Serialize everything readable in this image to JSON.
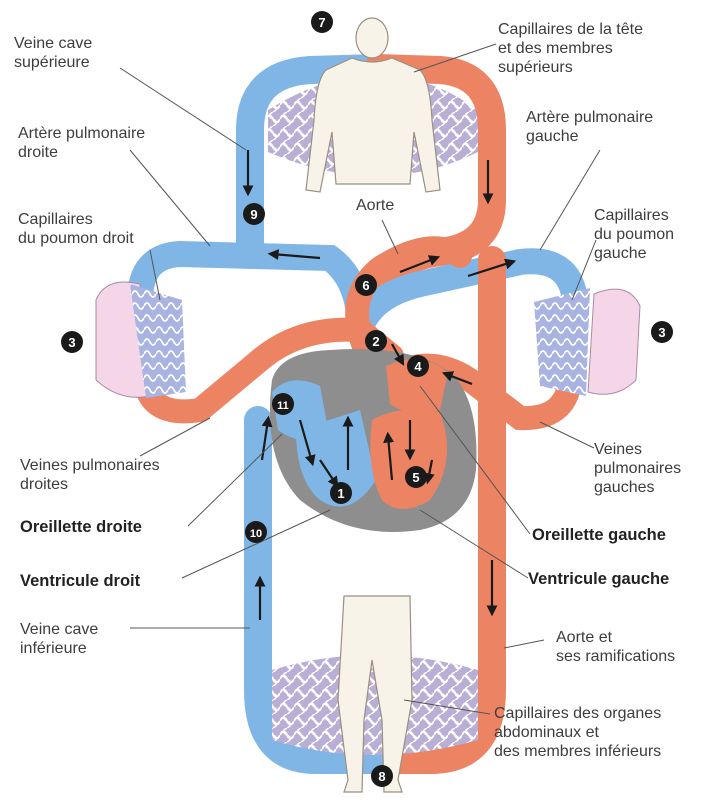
{
  "colors": {
    "venous": "#7fb6e6",
    "arterial": "#ec8464",
    "capillary": "#b9aed6",
    "lung": "#f5d6e8",
    "heart_wall": "#8e8e8e",
    "body": "#f8f3e9",
    "badge": "#1a1a1a",
    "leader": "#555555"
  },
  "labels": {
    "veine_cave_superieure": [
      "Veine cave",
      "supérieure"
    ],
    "capillaires_tete": [
      "Capillaires de la tête",
      "et des membres",
      "supérieurs"
    ],
    "artere_pulmonaire_droite": [
      "Artère pulmonaire",
      "droite"
    ],
    "artere_pulmonaire_gauche": [
      "Artère pulmonaire",
      "gauche"
    ],
    "aorte": "Aorte",
    "capillaires_poumon_droit": [
      "Capillaires",
      "du poumon droit"
    ],
    "capillaires_poumon_gauche": [
      "Capillaires",
      "du poumon",
      "gauche"
    ],
    "veines_pulmonaires_droites": [
      "Veines pulmonaires",
      "droites"
    ],
    "veines_pulmonaires_gauches": [
      "Veines",
      "pulmonaires",
      "gauches"
    ],
    "oreillette_droite": "Oreillette droite",
    "oreillette_gauche": "Oreillette gauche",
    "ventricule_droit": "Ventricule droit",
    "ventricule_gauche": "Ventricule gauche",
    "veine_cave_inferieure": [
      "Veine cave",
      "inférieure"
    ],
    "aorte_ramifications": [
      "Aorte et",
      "ses ramifications"
    ],
    "capillaires_organes": [
      "Capillaires des organes",
      "abdominaux et",
      "des membres inférieurs"
    ]
  },
  "markers": {
    "m1": "1",
    "m2": "2",
    "m3a": "3",
    "m3b": "3",
    "m4": "4",
    "m5": "5",
    "m6": "6",
    "m7": "7",
    "m8": "8",
    "m9": "9",
    "m10": "10",
    "m11": "11"
  }
}
